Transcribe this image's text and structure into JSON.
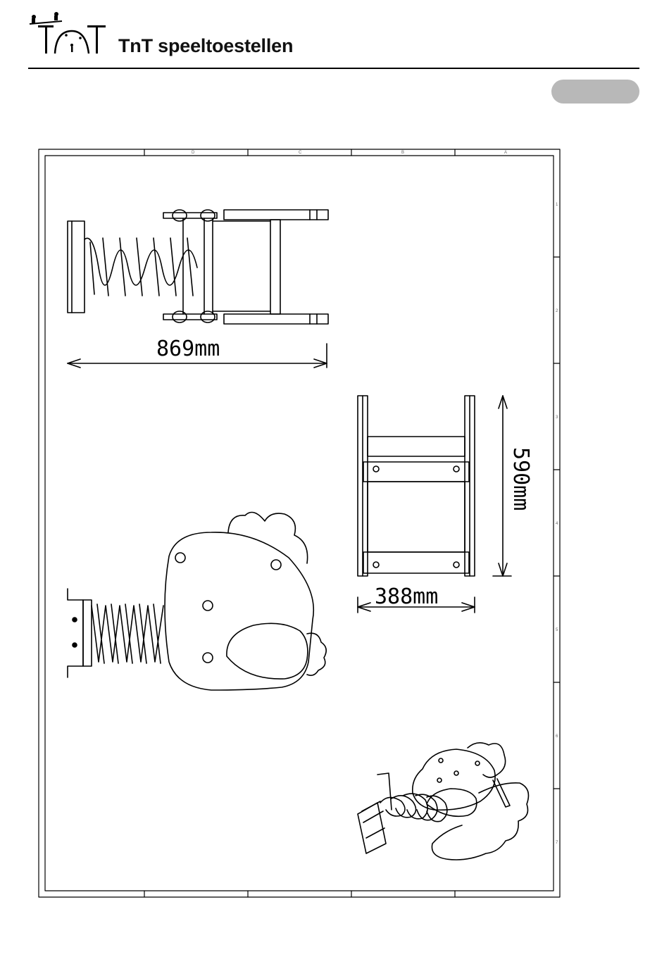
{
  "header": {
    "logo_mark": "TnT",
    "brand_title": "TnT speeltoestellen"
  },
  "drawing": {
    "dimensions": {
      "length": "869mm",
      "width": "388mm",
      "height": "590mm"
    },
    "frame_columns": [
      "D",
      "C",
      "B",
      "A"
    ],
    "frame_rows": [
      "1",
      "2",
      "3",
      "4",
      "5",
      "6",
      "7"
    ]
  }
}
